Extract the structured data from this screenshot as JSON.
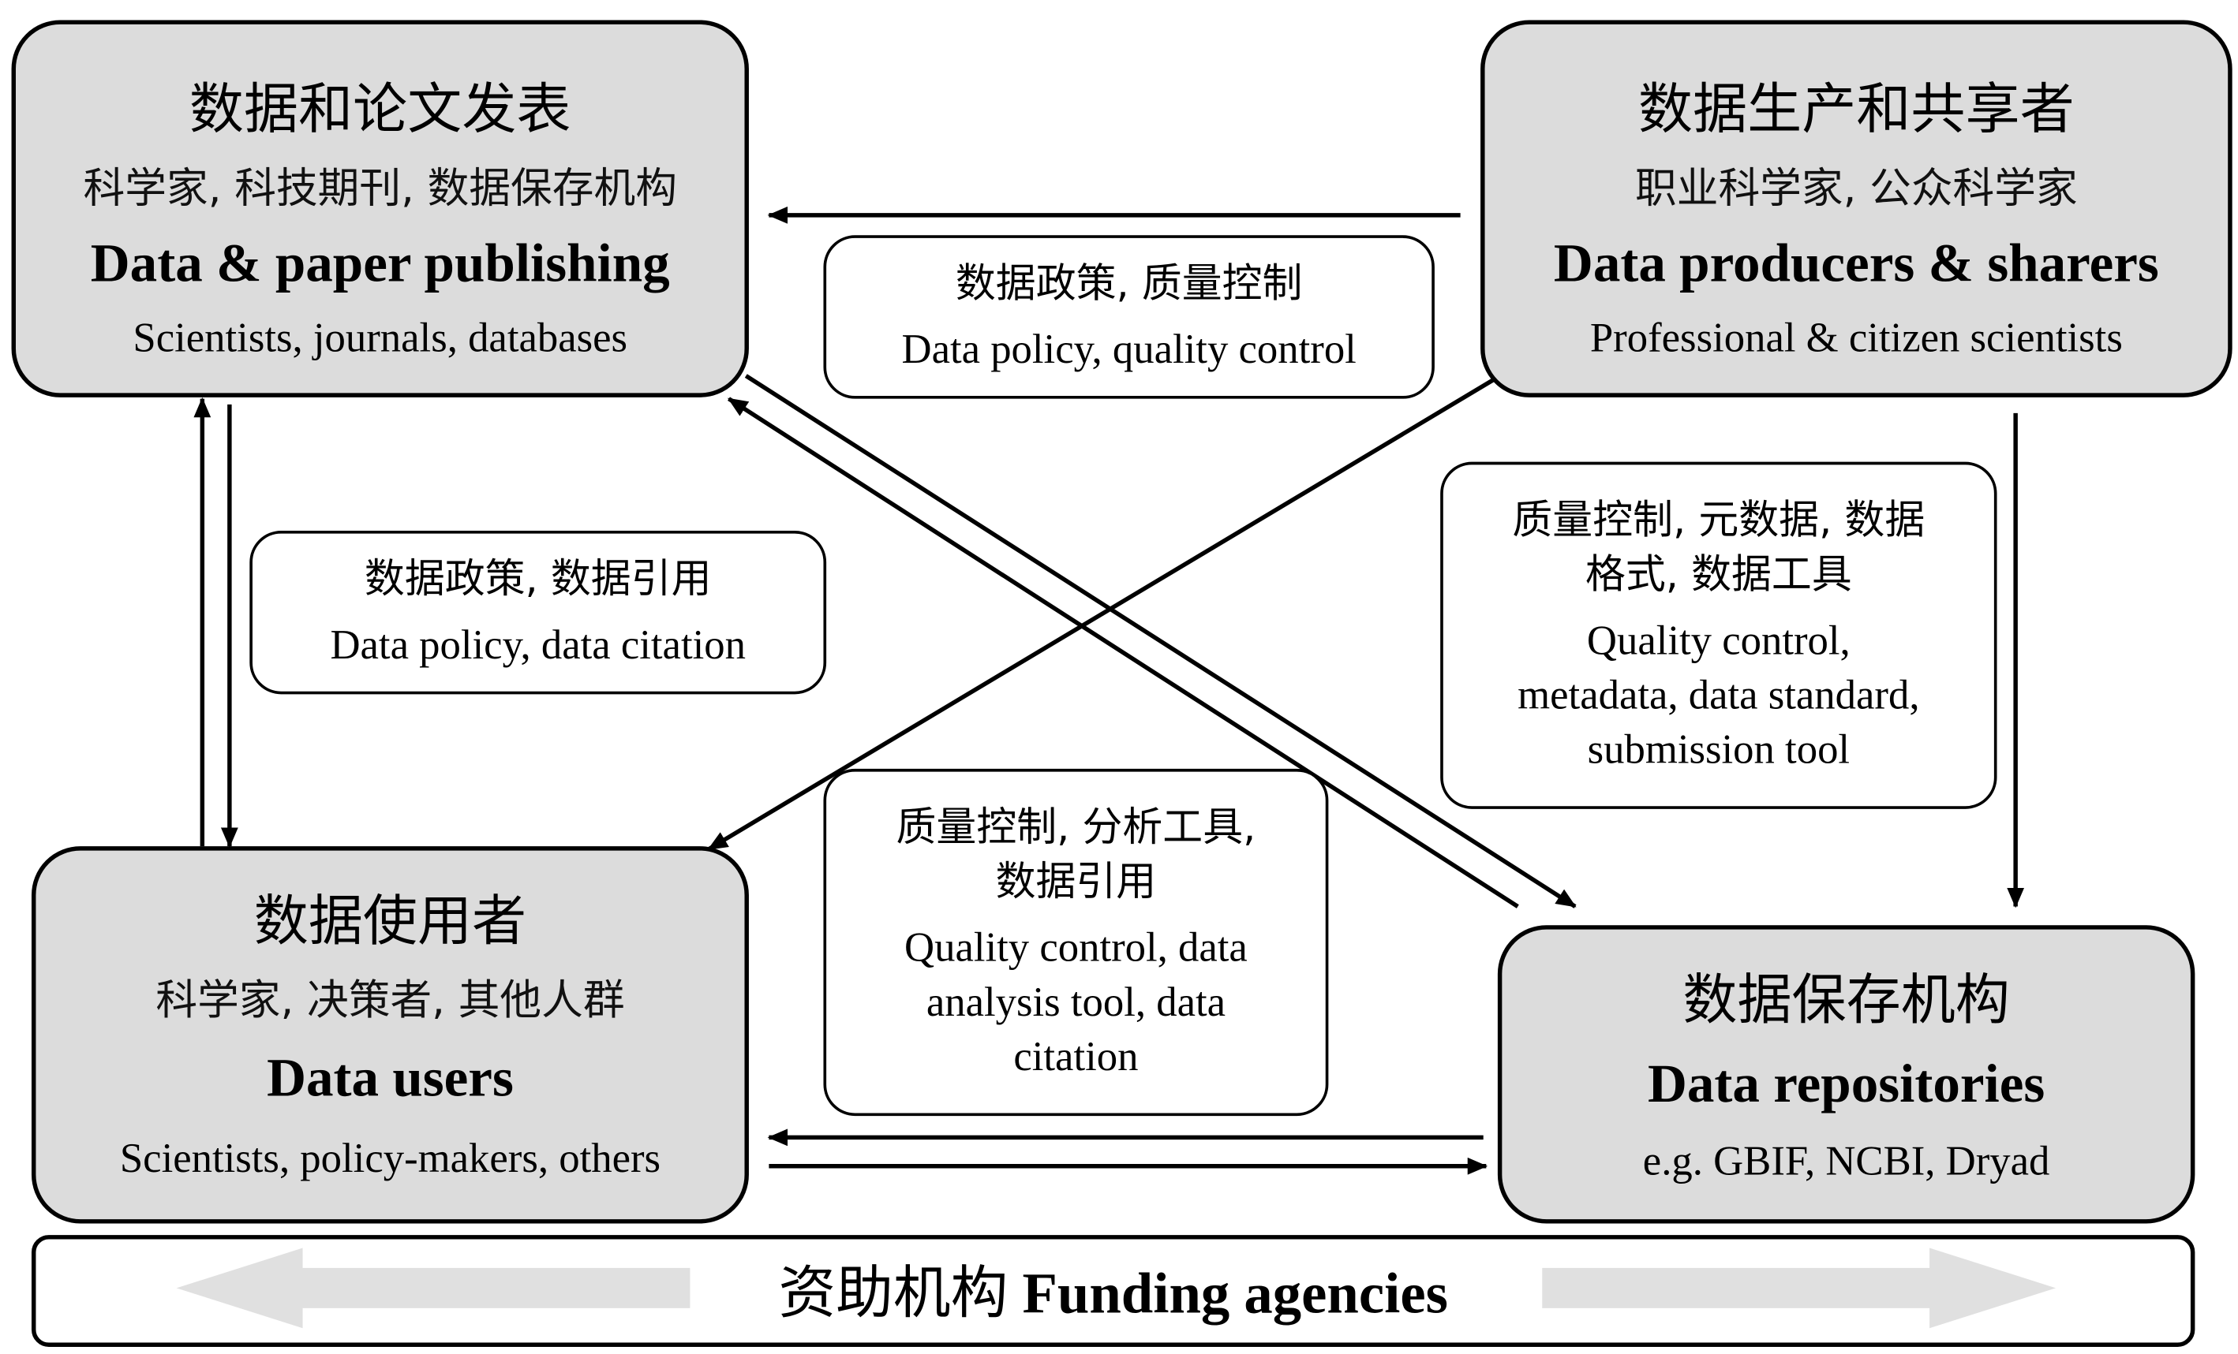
{
  "nodes": {
    "publishing": {
      "cn_title": "数据和论文发表",
      "cn_sub": "科学家, 科技期刊, 数据保存机构",
      "en_title": "Data & paper publishing",
      "en_sub": "Scientists, journals, databases"
    },
    "producers": {
      "cn_title": "数据生产和共享者",
      "cn_sub": "职业科学家, 公众科学家",
      "en_title": "Data producers & sharers",
      "en_sub": "Professional & citizen scientists"
    },
    "users": {
      "cn_title": "数据使用者",
      "cn_sub": "科学家, 决策者, 其他人群",
      "en_title": "Data users",
      "en_sub": "Scientists, policy-makers, others"
    },
    "repositories": {
      "cn_title": "数据保存机构",
      "en_title": "Data repositories",
      "en_sub": "e.g. GBIF, NCBI, Dryad"
    }
  },
  "edge_labels": {
    "producers_to_publishing": {
      "cn": "数据政策, 质量控制",
      "en": "Data policy, quality control"
    },
    "publishing_users": {
      "cn": "数据政策, 数据引用",
      "en": "Data policy, data citation"
    },
    "producers_to_repositories": {
      "cn_1": "质量控制, 元数据, 数据",
      "cn_2": "格式, 数据工具",
      "en_1": "Quality control,",
      "en_2": "metadata, data standard,",
      "en_3": "submission tool"
    },
    "repositories_users": {
      "cn_1": "质量控制, 分析工具,",
      "cn_2": "数据引用",
      "en_1": "Quality control, data",
      "en_2": "analysis tool, data",
      "en_3": "citation"
    }
  },
  "funding": {
    "cn": "资助机构",
    "en": "Funding agencies"
  },
  "colors": {
    "node_fill": "#dcdcdc",
    "stroke": "#000000",
    "funding_arrow": "#e0e0e0"
  }
}
